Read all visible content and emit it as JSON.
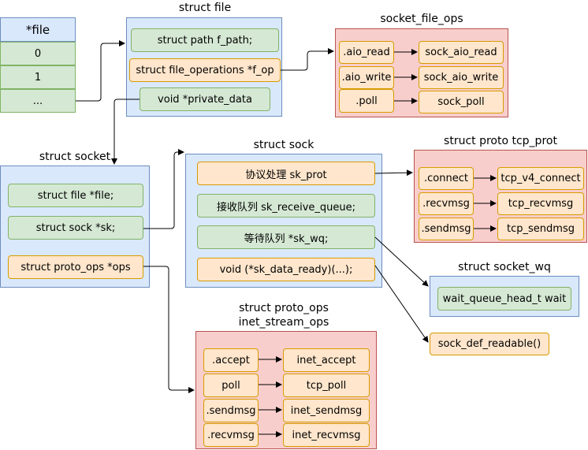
{
  "file_array": {
    "header": "*file",
    "items": [
      "0",
      "1",
      "..."
    ]
  },
  "struct_file": {
    "title": "struct file",
    "f_path": "struct path f_path;",
    "f_op": "struct file_operations *f_op",
    "private_data": "void *private_data"
  },
  "socket_file_ops": {
    "title": "socket_file_ops",
    "rows": [
      {
        "field": ".aio_read",
        "target": "sock_aio_read"
      },
      {
        "field": ".aio_write",
        "target": "sock_aio_write"
      },
      {
        "field": ".poll",
        "target": "sock_poll"
      }
    ]
  },
  "struct_socket": {
    "title": "struct socket",
    "file": "struct file *file;",
    "sk": "struct sock *sk;",
    "ops": "struct proto_ops *ops"
  },
  "struct_sock": {
    "title": "struct sock",
    "sk_prot": "协议处理 sk_prot",
    "sk_receive_queue": "接收队列 sk_receive_queue;",
    "sk_wq": "等待队列 *sk_wq;",
    "sk_data_ready": "void  (*sk_data_ready)(...);"
  },
  "tcp_prot": {
    "title": "struct proto tcp_prot",
    "rows": [
      {
        "field": ".connect",
        "target": "tcp_v4_connect"
      },
      {
        "field": ".recvmsg",
        "target": "tcp_recvmsg"
      },
      {
        "field": ".sendmsg",
        "target": "tcp_sendmsg"
      }
    ]
  },
  "socket_wq": {
    "title": "struct socket_wq",
    "wait": "wait_queue_head_t wait"
  },
  "sock_def_readable": "sock_def_readable()",
  "inet_stream_ops": {
    "title_line1": "struct proto_ops",
    "title_line2": "inet_stream_ops",
    "rows": [
      {
        "field": ".accept",
        "target": "inet_accept"
      },
      {
        "field": "poll",
        "target": "tcp_poll"
      },
      {
        "field": ".sendmsg",
        "target": "inet_sendmsg"
      },
      {
        "field": ".recvmsg",
        "target": "inet_recvmsg"
      }
    ]
  },
  "colors": {
    "group_blue": "#dae8fc",
    "group_red": "#f8cecc",
    "field_green": "#d5e8d4",
    "field_orange": "#ffe6cc",
    "arrow": "#000000"
  }
}
